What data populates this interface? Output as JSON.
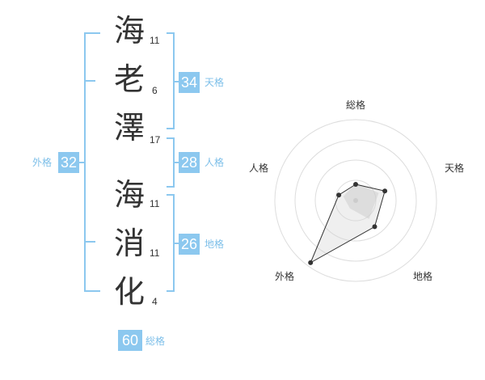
{
  "name_chars": [
    {
      "char": "海",
      "strokes": "11"
    },
    {
      "char": "老",
      "strokes": "6"
    },
    {
      "char": "澤",
      "strokes": "17"
    },
    {
      "char": "海",
      "strokes": "11"
    },
    {
      "char": "消",
      "strokes": "11"
    },
    {
      "char": "化",
      "strokes": "4"
    }
  ],
  "kaku": {
    "tenkaku": {
      "value": "34",
      "label": "天格"
    },
    "jinkaku": {
      "value": "28",
      "label": "人格"
    },
    "chikaku": {
      "value": "26",
      "label": "地格"
    },
    "gaikaku": {
      "value": "32",
      "label": "外格"
    },
    "soukaku": {
      "value": "60",
      "label": "総格"
    }
  },
  "colors": {
    "accent": "#8cc8ef",
    "accent_text": "#7dbfe9",
    "text": "#333333"
  },
  "chart_data": {
    "type": "radar",
    "axes": [
      "総格",
      "天格",
      "地格",
      "外格",
      "人格"
    ],
    "values": [
      0.2,
      0.38,
      0.4,
      0.95,
      0.22
    ],
    "rings": 4
  }
}
